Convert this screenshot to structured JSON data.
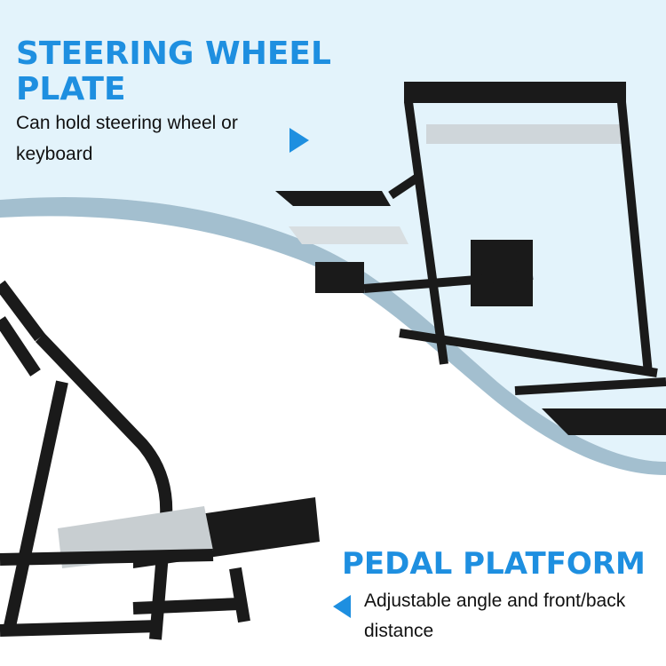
{
  "colors": {
    "accent": "#1e8fe0",
    "sky": "#e3f3fb",
    "band": "#a3bfcf",
    "frame": "#1a1a1a"
  },
  "steering": {
    "title_line1": "STEERING WHEEL",
    "title_line2": "PLATE",
    "desc_line1": "Can hold steering wheel or",
    "desc_line2": "keyboard",
    "arrow_icon": "triangle-right-icon"
  },
  "pedal": {
    "title": "PEDAL PLATFORM",
    "desc_line1": "Adjustable angle and front/back",
    "desc_line2": "distance",
    "arrow_icon": "triangle-left-icon"
  }
}
